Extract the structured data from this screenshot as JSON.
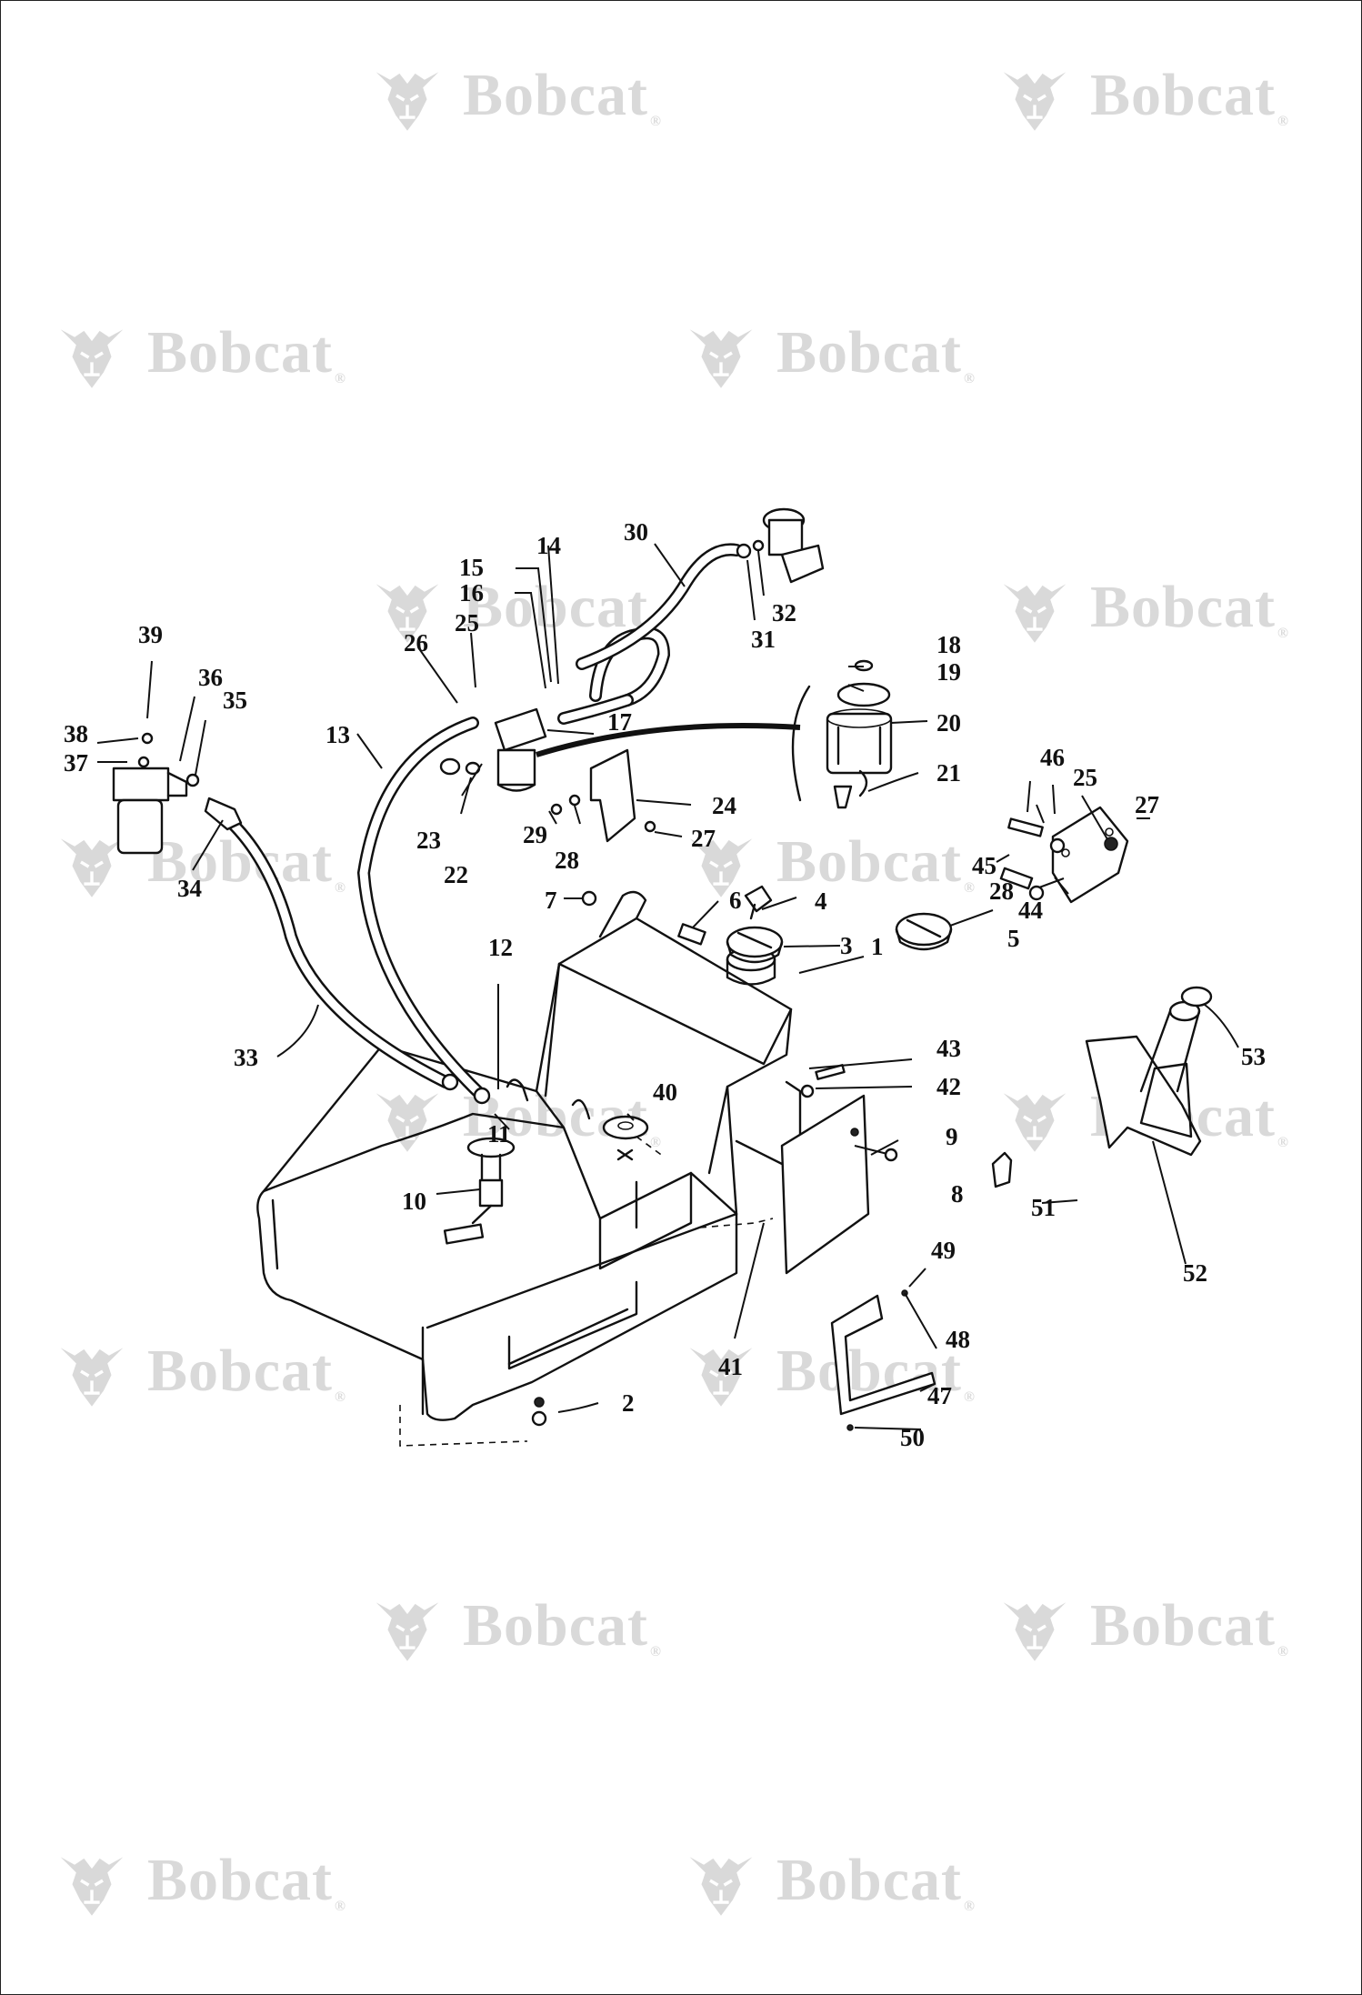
{
  "watermark": {
    "brand": "Bobcat",
    "logo_icon": "bobcat-head-logo-icon",
    "color": "#d9d9d9"
  },
  "part_labels": [
    "1",
    "2",
    "3",
    "4",
    "5",
    "6",
    "7",
    "8",
    "9",
    "10",
    "11",
    "12",
    "13",
    "14",
    "15",
    "16",
    "17",
    "18",
    "19",
    "20",
    "21",
    "22",
    "23",
    "24",
    "25",
    "26",
    "27",
    "28",
    "29",
    "30",
    "31",
    "32",
    "33",
    "34",
    "35",
    "36",
    "37",
    "38",
    "39",
    "40",
    "41",
    "42",
    "43",
    "44",
    "45",
    "46",
    "47",
    "48",
    "49",
    "50",
    "51",
    "52",
    "53"
  ],
  "colors": {
    "ink": "#111111",
    "background": "#ffffff"
  }
}
